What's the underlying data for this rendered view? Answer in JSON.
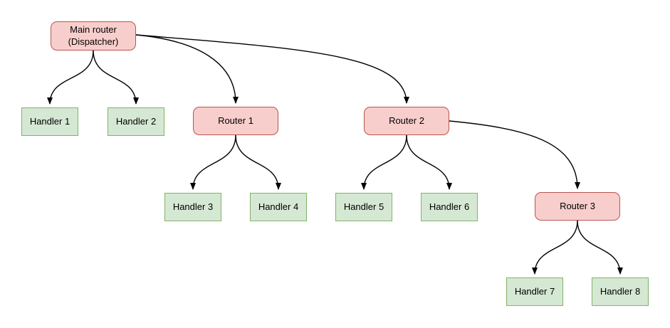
{
  "diagram": {
    "background": "#ffffff",
    "colors": {
      "router_fill": "#f8cecc",
      "router_border": "#b85450",
      "handler_fill": "#d5e8d4",
      "handler_border": "#82b366",
      "edge_color": "#000000"
    },
    "nodes": [
      {
        "id": "main",
        "type": "router",
        "label": "Main router\n(Dispatcher)"
      },
      {
        "id": "handler1",
        "type": "handler",
        "label": "Handler 1"
      },
      {
        "id": "handler2",
        "type": "handler",
        "label": "Handler 2"
      },
      {
        "id": "router1",
        "type": "router",
        "label": "Router 1"
      },
      {
        "id": "router2",
        "type": "router",
        "label": "Router 2"
      },
      {
        "id": "handler3",
        "type": "handler",
        "label": "Handler 3"
      },
      {
        "id": "handler4",
        "type": "handler",
        "label": "Handler 4"
      },
      {
        "id": "handler5",
        "type": "handler",
        "label": "Handler 5"
      },
      {
        "id": "handler6",
        "type": "handler",
        "label": "Handler 6"
      },
      {
        "id": "router3",
        "type": "router",
        "label": "Router 3"
      },
      {
        "id": "handler7",
        "type": "handler",
        "label": "Handler 7"
      },
      {
        "id": "handler8",
        "type": "handler",
        "label": "Handler 8"
      }
    ],
    "edges": [
      {
        "from": "Main router (Dispatcher)",
        "to": "Handler 1"
      },
      {
        "from": "Main router (Dispatcher)",
        "to": "Handler 2"
      },
      {
        "from": "Main router (Dispatcher)",
        "to": "Router 1"
      },
      {
        "from": "Main router (Dispatcher)",
        "to": "Router 2"
      },
      {
        "from": "Router 1",
        "to": "Handler 3"
      },
      {
        "from": "Router 1",
        "to": "Handler 4"
      },
      {
        "from": "Router 2",
        "to": "Handler 5"
      },
      {
        "from": "Router 2",
        "to": "Handler 6"
      },
      {
        "from": "Router 2",
        "to": "Router 3"
      },
      {
        "from": "Router 3",
        "to": "Handler 7"
      },
      {
        "from": "Router 3",
        "to": "Handler 8"
      }
    ]
  }
}
